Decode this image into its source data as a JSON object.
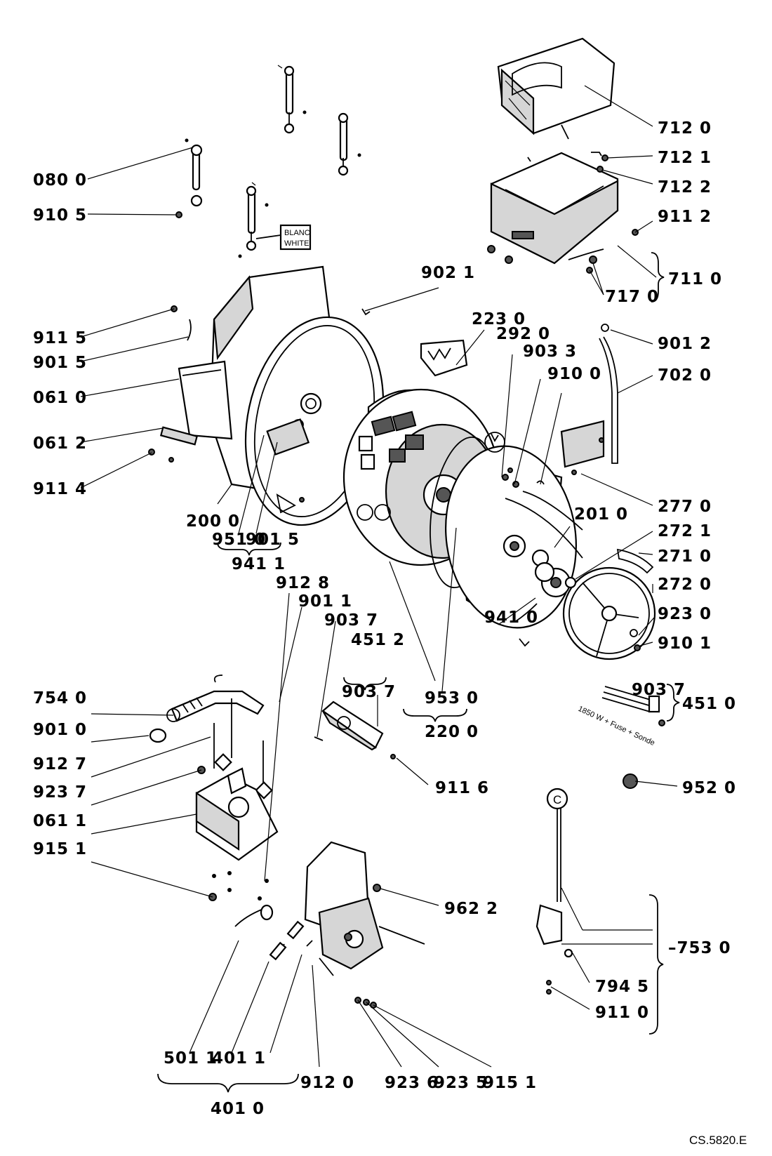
{
  "labels": {
    "l_7120": "712 0",
    "l_7121": "712 1",
    "l_7122": "712 2",
    "l_9112": "911 2",
    "l_7110": "711 0",
    "l_7170": "717 0",
    "l_0800": "080 0",
    "l_9105": "910 5",
    "l_9021": "902 1",
    "l_9115": "911 5",
    "l_9015": "901 5",
    "l_0610": "061 0",
    "l_0612": "061 2",
    "l_9114": "911 4",
    "l_2230": "223 0",
    "l_2920": "292 0",
    "l_9033": "903 3",
    "l_9100": "910 0",
    "l_9012": "901 2",
    "l_7020": "702 0",
    "l_2770": "277 0",
    "l_2000": "200 0",
    "l_9510": "951 0",
    "l_9015b": "901 5",
    "l_9411": "941 1",
    "l_2010": "201 0",
    "l_2721": "272 1",
    "l_2710": "271 0",
    "l_2720": "272 0",
    "l_9230": "923 0",
    "l_9101": "910 1",
    "l_9128": "912 8",
    "l_9011": "901 1",
    "l_9037a": "903 7",
    "l_4512": "451 2",
    "l_9037b": "903 7",
    "l_9410": "941 0",
    "l_9530": "953 0",
    "l_2200": "220 0",
    "l_9037c": "903 7",
    "l_4510": "451 0",
    "l_7540": "754 0",
    "l_9010": "901 0",
    "l_9127": "912 7",
    "l_9237": "923 7",
    "l_0611": "061 1",
    "l_9151a": "915 1",
    "l_9116": "911 6",
    "l_9520": "952 0",
    "l_9622": "962 2",
    "l_7530": "–753 0",
    "l_7945": "794 5",
    "l_9110": "911 0",
    "l_5011": "501 1",
    "l_4011": "401 1",
    "l_4010": "401 0",
    "l_9120": "912 0",
    "l_9236": "923 6",
    "l_9235": "923 5",
    "l_9151b": "915 1"
  },
  "annotations": {
    "blanc": "BLANC",
    "white": "WHITE",
    "heater": "1850 W + Fuse + Sonde",
    "circle_c": "C",
    "ref_code": "CS.5820.E"
  }
}
